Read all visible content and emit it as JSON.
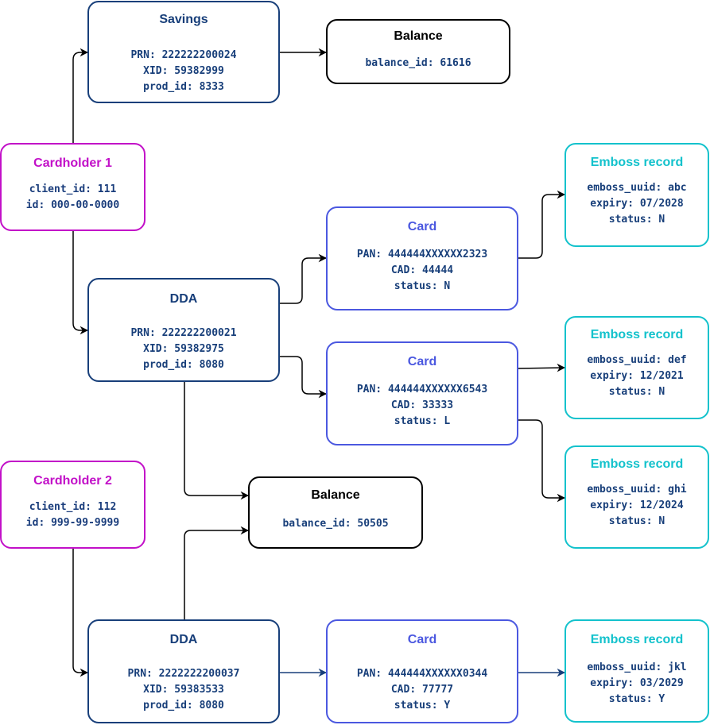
{
  "cardholder1": {
    "title": "Cardholder 1",
    "client_id": "client_id: 111",
    "id": "id: 000-00-0000"
  },
  "cardholder2": {
    "title": "Cardholder 2",
    "client_id": "client_id: 112",
    "id": "id: 999-99-9999"
  },
  "savings": {
    "title": "Savings",
    "prn": "PRN: 222222200024",
    "xid": "XID: 59382999",
    "prod_id": "prod_id: 8333"
  },
  "balance1": {
    "title": "Balance",
    "balance_id": "balance_id: 61616"
  },
  "dda1": {
    "title": "DDA",
    "prn": "PRN: 222222200021",
    "xid": "XID: 59382975",
    "prod_id": "prod_id: 8080"
  },
  "dda2": {
    "title": "DDA",
    "prn": "PRN: 2222222200037",
    "xid": "XID: 59383533",
    "prod_id": "prod_id: 8080"
  },
  "balance2": {
    "title": "Balance",
    "balance_id": "balance_id: 50505"
  },
  "card1": {
    "title": "Card",
    "pan": "PAN: 444444XXXXXX2323",
    "cad": "CAD: 44444",
    "status": "status: N"
  },
  "card2": {
    "title": "Card",
    "pan": "PAN: 444444XXXXXX6543",
    "cad": "CAD: 33333",
    "status": "status: L"
  },
  "card3": {
    "title": "Card",
    "pan": "PAN: 444444XXXXXX0344",
    "cad": "CAD: 77777",
    "status": "status: Y"
  },
  "emboss1": {
    "title": "Emboss record",
    "uuid": "emboss_uuid: abc",
    "expiry": "expiry: 07/2028",
    "status": "status: N"
  },
  "emboss2": {
    "title": "Emboss record",
    "uuid": "emboss_uuid: def",
    "expiry": "expiry: 12/2021",
    "status": "status: N"
  },
  "emboss3": {
    "title": "Emboss record",
    "uuid": "emboss_uuid: ghi",
    "expiry": "expiry: 12/2024",
    "status": "status: N"
  },
  "emboss4": {
    "title": "Emboss record",
    "uuid": "emboss_uuid: jkl",
    "expiry": "expiry: 03/2029",
    "status": "status: Y"
  },
  "colors": {
    "cardholder": "#c210c8",
    "account": "#183f7a",
    "balance": "#000000",
    "card": "#4b58e0",
    "emboss": "#13c2cc"
  }
}
